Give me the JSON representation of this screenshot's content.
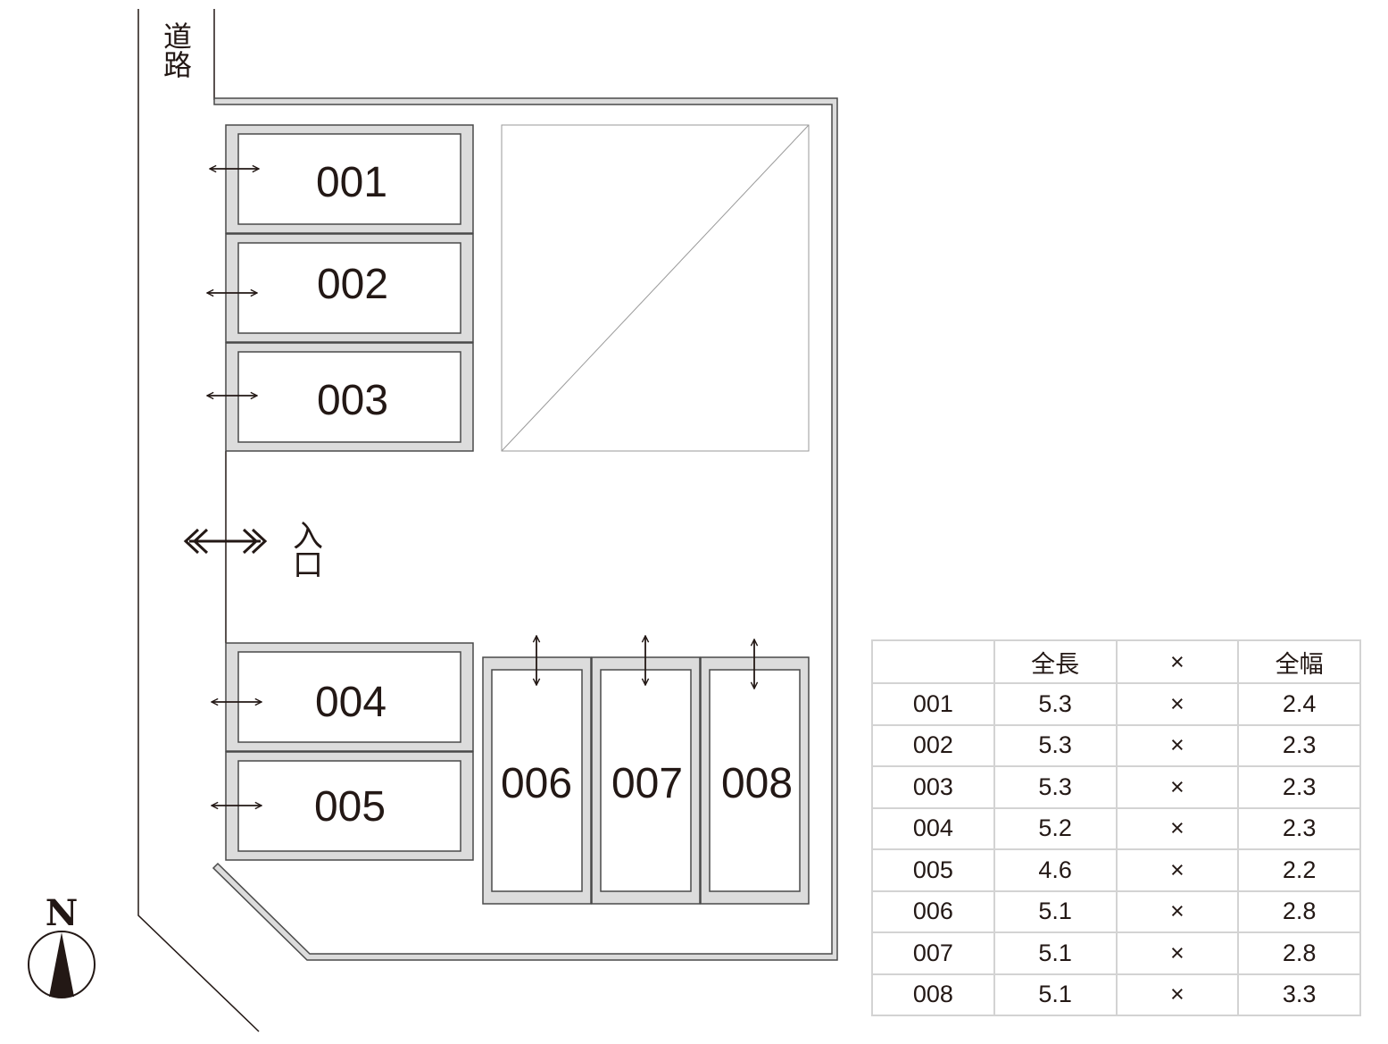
{
  "map": {
    "road_label": "道路",
    "entrance_label": "入口",
    "north_label": "N",
    "spaces": [
      {
        "id": "001",
        "orientation": "horizontal"
      },
      {
        "id": "002",
        "orientation": "horizontal"
      },
      {
        "id": "003",
        "orientation": "horizontal"
      },
      {
        "id": "004",
        "orientation": "horizontal"
      },
      {
        "id": "005",
        "orientation": "horizontal"
      },
      {
        "id": "006",
        "orientation": "vertical"
      },
      {
        "id": "007",
        "orientation": "vertical"
      },
      {
        "id": "008",
        "orientation": "vertical"
      }
    ],
    "colors": {
      "line": "#231815",
      "curb_fill": "#dcdcdc",
      "curb_stroke": "#4a4a4a",
      "table_border": "#d3d3d3"
    }
  },
  "table": {
    "header": [
      "",
      "全長",
      "×",
      "全幅"
    ],
    "rows": [
      {
        "space": "001",
        "length": "5.3",
        "sep": "×",
        "width": "2.4"
      },
      {
        "space": "002",
        "length": "5.3",
        "sep": "×",
        "width": "2.3"
      },
      {
        "space": "003",
        "length": "5.3",
        "sep": "×",
        "width": "2.3"
      },
      {
        "space": "004",
        "length": "5.2",
        "sep": "×",
        "width": "2.3"
      },
      {
        "space": "005",
        "length": "4.6",
        "sep": "×",
        "width": "2.2"
      },
      {
        "space": "006",
        "length": "5.1",
        "sep": "×",
        "width": "2.8"
      },
      {
        "space": "007",
        "length": "5.1",
        "sep": "×",
        "width": "2.8"
      },
      {
        "space": "008",
        "length": "5.1",
        "sep": "×",
        "width": "3.3"
      }
    ]
  }
}
